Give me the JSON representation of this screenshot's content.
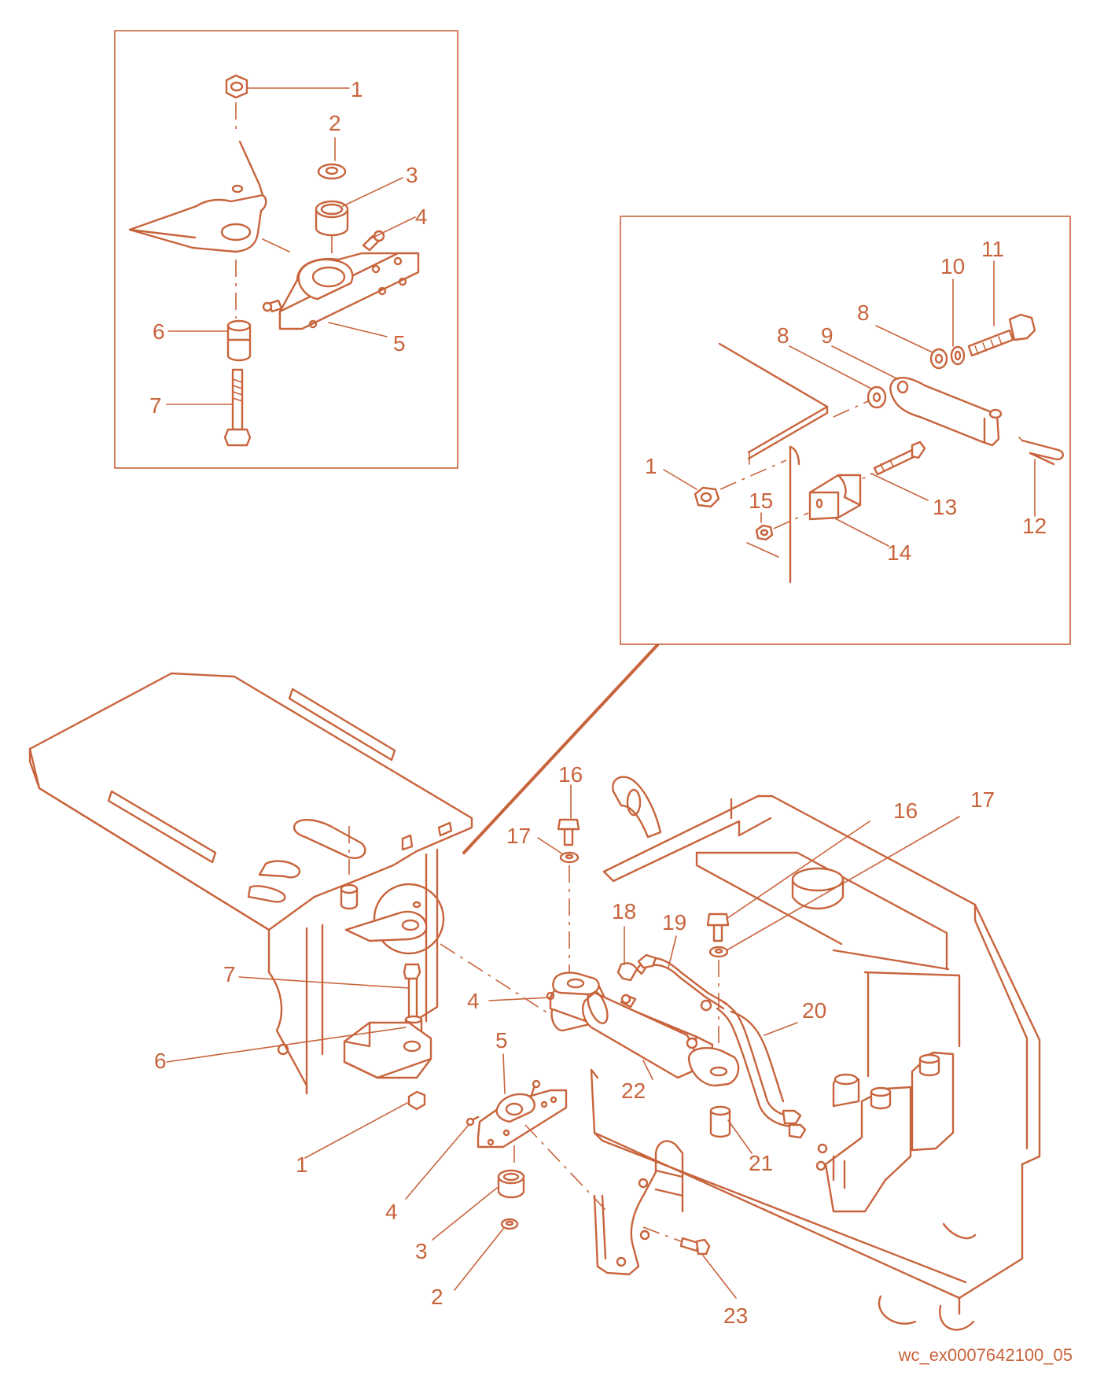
{
  "figure": {
    "code": "wc_ex0007642100_05",
    "accent_color": "#c8643c"
  },
  "callouts": {
    "top_left": [
      "1",
      "2",
      "3",
      "4",
      "5",
      "6",
      "7"
    ],
    "top_right": [
      "1",
      "8",
      "8",
      "9",
      "10",
      "11",
      "12",
      "13",
      "14",
      "15"
    ],
    "main": [
      "1",
      "2",
      "3",
      "4",
      "4",
      "5",
      "6",
      "7",
      "16",
      "16",
      "17",
      "17",
      "18",
      "19",
      "20",
      "21",
      "22",
      "23"
    ]
  }
}
